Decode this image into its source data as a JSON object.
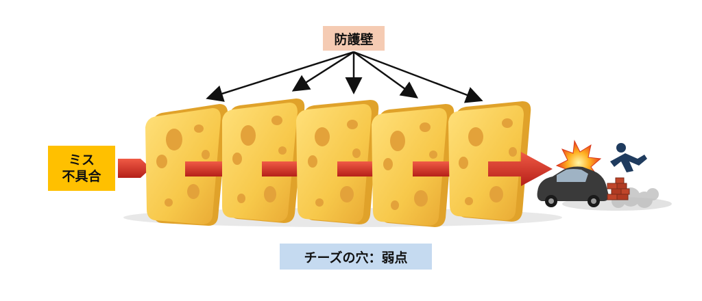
{
  "diagram": {
    "top_label": "防護壁",
    "left_label_line1": "ミス",
    "left_label_line2": "不具合",
    "bottom_label": "チーズの穴：弱点"
  },
  "colors": {
    "cheese": "#f7c84a",
    "cheese_shade": "#e0a22a",
    "hole": "#e3a23a",
    "arrow": "#d9342a",
    "top_label_bg": "#f5cbb3",
    "left_label_bg": "#ffc000",
    "bottom_label_bg": "#c5daf0"
  },
  "icons": [
    "cheese-slice-icon",
    "explosion-icon",
    "car-crash-icon",
    "brick-wall-icon",
    "falling-person-icon"
  ]
}
